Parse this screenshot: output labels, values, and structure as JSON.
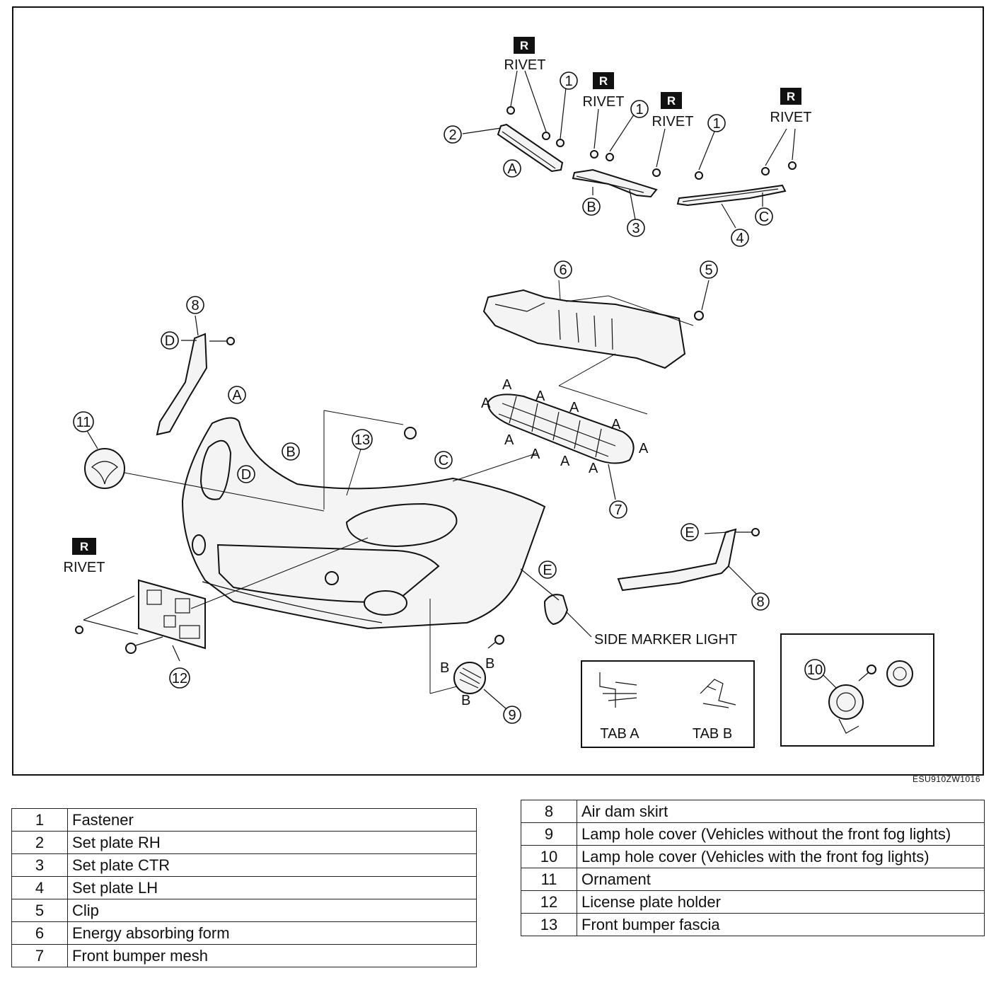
{
  "diagram": {
    "rivet_badge": "R",
    "rivet_label": "RIVET",
    "side_marker_label": "SIDE MARKER LIGHT",
    "tab_a_label": "TAB A",
    "tab_b_label": "TAB B",
    "figure_code": "ESU910ZW1016",
    "callouts": {
      "c1a": "1",
      "c1b": "1",
      "c1c": "1",
      "c2": "2",
      "c3": "3",
      "c4": "4",
      "c5": "5",
      "c6": "6",
      "c7": "7",
      "c8a": "8",
      "c8b": "8",
      "c9": "9",
      "c10": "10",
      "c11": "11",
      "c12": "12",
      "c13": "13"
    },
    "letters": {
      "A": "A",
      "B": "B",
      "C": "C",
      "D": "D",
      "E": "E"
    }
  },
  "legend_left": [
    {
      "num": "1",
      "name": "Fastener"
    },
    {
      "num": "2",
      "name": "Set plate RH"
    },
    {
      "num": "3",
      "name": "Set plate CTR"
    },
    {
      "num": "4",
      "name": "Set plate LH"
    },
    {
      "num": "5",
      "name": "Clip"
    },
    {
      "num": "6",
      "name": "Energy absorbing form"
    },
    {
      "num": "7",
      "name": "Front bumper mesh"
    }
  ],
  "legend_right": [
    {
      "num": "8",
      "name": "Air dam skirt"
    },
    {
      "num": "9",
      "name": "Lamp hole cover (Vehicles without the front fog lights)"
    },
    {
      "num": "10",
      "name": "Lamp hole cover (Vehicles with the front fog lights)"
    },
    {
      "num": "11",
      "name": "Ornament"
    },
    {
      "num": "12",
      "name": "License plate holder"
    },
    {
      "num": "13",
      "name": "Front bumper fascia"
    }
  ]
}
